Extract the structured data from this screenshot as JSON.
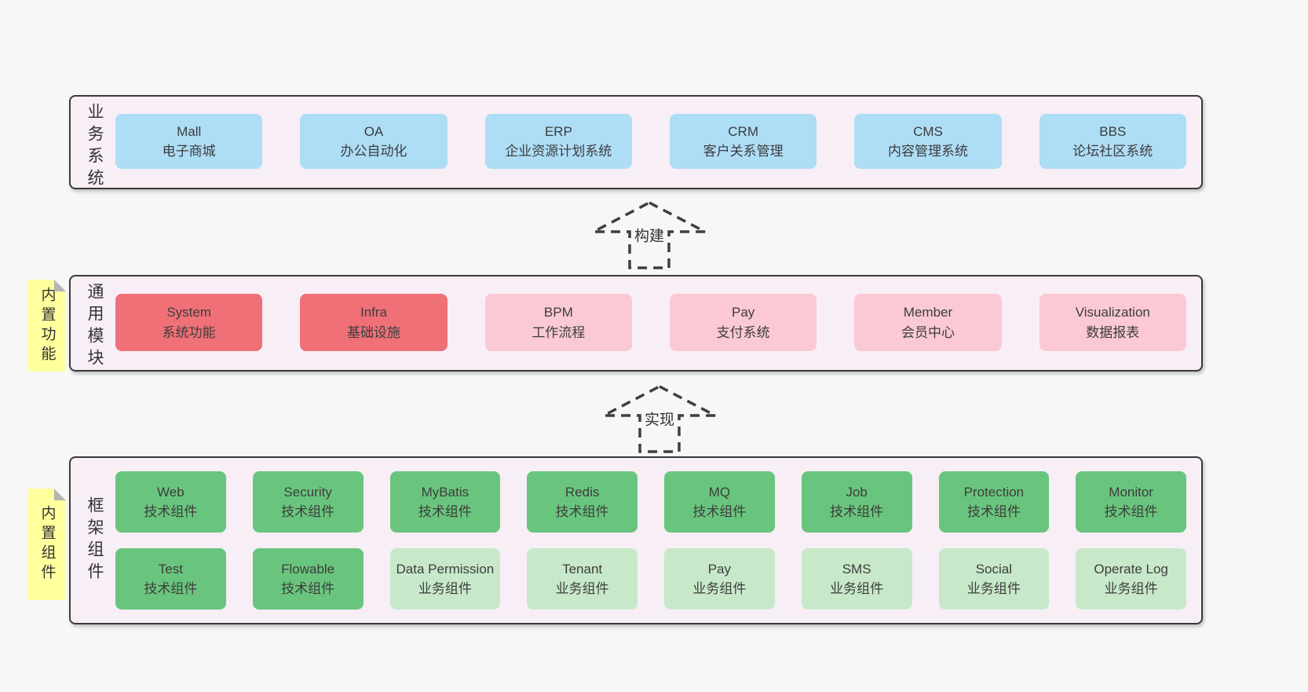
{
  "colors": {
    "page_bg": "#f7f7f7",
    "container_fill": "#f8eef6",
    "container_border": "#3a3a3a",
    "blue": "#aeddf6",
    "red": "#f07078",
    "pink": "#fac9d4",
    "green": "#69c57d",
    "green_light": "#c7e9c9",
    "sticky_yellow": "#ffff9d",
    "text": "#3d3d3d"
  },
  "arrows": [
    {
      "label": "构建"
    },
    {
      "label": "实现"
    }
  ],
  "layers": [
    {
      "id": "business-systems",
      "side_label": "业务系统",
      "boxes": [
        {
          "title": "Mall",
          "subtitle": "电子商城",
          "variant": "blue"
        },
        {
          "title": "OA",
          "subtitle": "办公自动化",
          "variant": "blue"
        },
        {
          "title": "ERP",
          "subtitle": "企业资源计划系统",
          "variant": "blue"
        },
        {
          "title": "CRM",
          "subtitle": "客户关系管理",
          "variant": "blue"
        },
        {
          "title": "CMS",
          "subtitle": "内容管理系统",
          "variant": "blue"
        },
        {
          "title": "BBS",
          "subtitle": "论坛社区系统",
          "variant": "blue"
        }
      ]
    },
    {
      "id": "common-modules",
      "side_label": "通用模块",
      "sticky_label": "内置功能",
      "boxes": [
        {
          "title": "System",
          "subtitle": "系统功能",
          "variant": "red"
        },
        {
          "title": "Infra",
          "subtitle": "基础设施",
          "variant": "red"
        },
        {
          "title": "BPM",
          "subtitle": "工作流程",
          "variant": "pink"
        },
        {
          "title": "Pay",
          "subtitle": "支付系统",
          "variant": "pink"
        },
        {
          "title": "Member",
          "subtitle": "会员中心",
          "variant": "pink"
        },
        {
          "title": "Visualization",
          "subtitle": "数据报表",
          "variant": "pink"
        }
      ]
    },
    {
      "id": "framework-components",
      "side_label": "框架组件",
      "sticky_label": "内置组件",
      "rows": [
        [
          {
            "title": "Web",
            "subtitle": "技术组件",
            "variant": "green"
          },
          {
            "title": "Security",
            "subtitle": "技术组件",
            "variant": "green"
          },
          {
            "title": "MyBatis",
            "subtitle": "技术组件",
            "variant": "green"
          },
          {
            "title": "Redis",
            "subtitle": "技术组件",
            "variant": "green"
          },
          {
            "title": "MQ",
            "subtitle": "技术组件",
            "variant": "green"
          },
          {
            "title": "Job",
            "subtitle": "技术组件",
            "variant": "green"
          },
          {
            "title": "Protection",
            "subtitle": "技术组件",
            "variant": "green"
          },
          {
            "title": "Monitor",
            "subtitle": "技术组件",
            "variant": "green"
          }
        ],
        [
          {
            "title": "Test",
            "subtitle": "技术组件",
            "variant": "green"
          },
          {
            "title": "Flowable",
            "subtitle": "技术组件",
            "variant": "green"
          },
          {
            "title": "Data Permission",
            "subtitle": "业务组件",
            "variant": "green-light"
          },
          {
            "title": "Tenant",
            "subtitle": "业务组件",
            "variant": "green-light"
          },
          {
            "title": "Pay",
            "subtitle": "业务组件",
            "variant": "green-light"
          },
          {
            "title": "SMS",
            "subtitle": "业务组件",
            "variant": "green-light"
          },
          {
            "title": "Social",
            "subtitle": "业务组件",
            "variant": "green-light"
          },
          {
            "title": "Operate Log",
            "subtitle": "业务组件",
            "variant": "green-light"
          }
        ]
      ]
    }
  ]
}
